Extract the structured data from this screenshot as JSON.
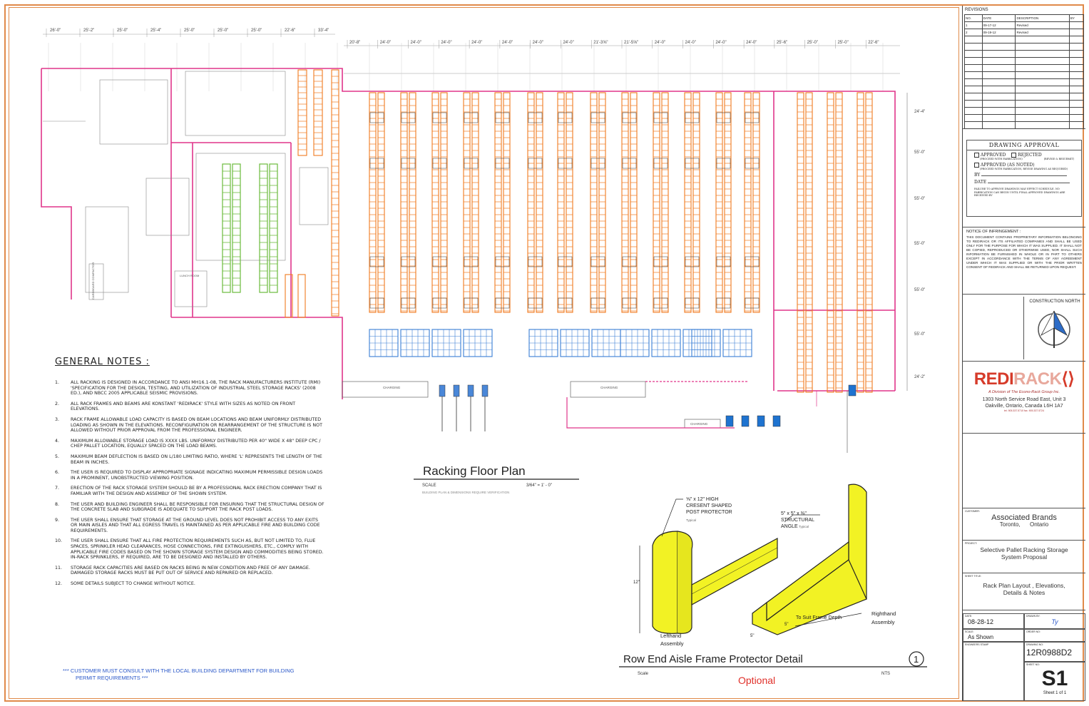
{
  "dimensions_top_left": [
    "26'-0\"",
    "25'-2\"",
    "25'-0\"",
    "25'-4\"",
    "25'-0\"",
    "25'-0\"",
    "25'-0\"",
    "22'-6\"",
    "33'-4\""
  ],
  "dimensions_top_right": [
    "20'-8\"",
    "24'-0\"",
    "24'-0\"",
    "24'-0\"",
    "24'-0\"",
    "24'-0\"",
    "24'-0\"",
    "24'-0\"",
    "21'-3⅝\"",
    "21'-5⅝\"",
    "24'-0\"",
    "24'-0\"",
    "24'-0\"",
    "24'-0\"",
    "25'-6\"",
    "25'-0\"",
    "25'-0\"",
    "22'-6\""
  ],
  "dimensions_right": [
    "24'-4\"",
    "55'-0\"",
    "55'-0\"",
    "55'-0\"",
    "55'-0\"",
    "55'-0\"",
    "24'-2\""
  ],
  "floor_labels": {
    "charging_1": "CHARGING",
    "charging_2": "CHARGING",
    "charging_3": "CHARGING",
    "lunch_room": "LUNCH ROOM",
    "cardboard_compactor": "CARDBOARD COMPACTOR"
  },
  "floor_plan": {
    "title": "Racking Floor Plan",
    "scale_label": "SCALE",
    "scale_value": "3/64\" = 1' - 0\"",
    "verify_note": "BUILDING PLAN & DIMENSIONS REQUIRE VERIFICATION"
  },
  "general_notes": {
    "title": "GENERAL NOTES :",
    "items": [
      {
        "num": "1.",
        "text": "ALL RACKING IS DESIGNED IN ACCORDANCE TO ANSI MH16.1-08, THE RACK MANUFACTURERS INSTITUTE (RMI) 'SPECIFICATION FOR THE DESIGN, TESTING, AND UTILIZATION OF INDUSTRIAL STEEL STORAGE RACKS' (2008 ED.), AND NBCC 2005 APPLICABLE SEISMIC PROVISIONS."
      },
      {
        "num": "2.",
        "text": "ALL RACK FRAMES AND BEAMS ARE KONSTANT 'REDIRACK' STYLE WITH SIZES AS NOTED ON FRONT ELEVATIONS."
      },
      {
        "num": "3.",
        "text": "RACK FRAME ALLOWABLE LOAD CAPACITY IS BASED ON BEAM LOCATIONS AND BEAM UNIFORMLY DISTRIBUTED LOADING AS SHOWN IN THE ELEVATIONS. RECONFIGURATION OR REARRANGEMENT OF THE STRUCTURE IS NOT ALLOWED WITHOUT PRIOR APPROVAL FROM THE PROFESSIONAL ENGINEER."
      },
      {
        "num": "4.",
        "text": "MAXIMUM ALLOWABLE STORAGE LOAD IS XXXX lbs. UNIFORMLY DISTRIBUTED PER 40\" WIDE x 48\" DEEP CPC / CHEP PALLET LOCATION, EQUALLY SPACED ON THE LOAD BEAMS."
      },
      {
        "num": "5.",
        "text": "MAXIMUM BEAM DEFLECTION IS BASED ON L/180 LIMITING RATIO, WHERE 'L' REPRESENTS THE LENGTH OF THE BEAM IN INCHES."
      },
      {
        "num": "6.",
        "text": "THE USER IS REQUIRED TO DISPLAY APPROPRIATE SIGNAGE INDICATING MAXIMUM PERMISSIBLE DESIGN LOADS IN A PROMINENT, UNOBSTRUCTED VIEWING POSITION."
      },
      {
        "num": "7.",
        "text": "ERECTION OF THE RACK STORAGE SYSTEM SHOULD BE BY A PROFESSIONAL RACK ERECTION COMPANY THAT IS FAMILIAR WITH THE DESIGN AND ASSEMBLY OF THE SHOWN SYSTEM."
      },
      {
        "num": "8.",
        "text": "THE USER AND BUILDING ENGINEER SHALL BE RESPONSIBLE FOR ENSURING THAT THE STRUCTURAL DESIGN OF THE CONCRETE SLAB AND SUBGRADE IS ADEQUATE TO SUPPORT THE RACK POST LOADS."
      },
      {
        "num": "9.",
        "text": "THE USER SHALL ENSURE THAT STORAGE AT THE GROUND LEVEL DOES NOT PROHIBIT ACCESS TO ANY EXITS OR MAIN AISLES AND THAT ALL EGRESS TRAVEL IS MAINTAINED AS PER APPLICABLE FIRE AND BUILDING CODE REQUIREMENTS."
      },
      {
        "num": "10.",
        "text": "THE USER SHALL ENSURE THAT ALL FIRE PROTECTION REQUIREMENTS SUCH AS, BUT NOT LIMITED TO, FLUE SPACES, SPRINKLER HEAD CLEARANCES, HOSE CONNECTIONS, FIRE EXTINGUISHERS, ETC., COMPLY WITH APPLICABLE FIRE CODES BASED ON THE SHOWN STORAGE SYSTEM DESIGN AND COMMODITIES BEING STORED. IN-RACK SPRINKLERS, IF REQUIRED, ARE TO BE DESIGNED AND INSTALLED BY OTHERS."
      },
      {
        "num": "11.",
        "text": "STORAGE RACK CAPACITIES ARE BASED ON RACKS BEING IN NEW CONDITION AND FREE OF ANY DAMAGE. DAMAGED STORAGE RACKS MUST BE PUT OUT OF SERVICE AND REPAIRED OR REPLACED."
      },
      {
        "num": "12.",
        "text": "SOME DETAILS SUBJECT TO CHANGE WITHOUT NOTICE."
      }
    ],
    "permit_line1": "*** CUSTOMER MUST CONSULT WITH THE LOCAL BUILDING DEPARTMENT FOR BUILDING",
    "permit_line2": "PERMIT REQUIREMENTS ***"
  },
  "detail": {
    "post_label_1": "⅝\" x 12\" HIGH",
    "post_label_2": "CRESENT SHAPED",
    "post_label_3": "POST PROTECTOR",
    "post_label_4": "Typical",
    "angle_label_1": "5\" x 5\" x ⅜\"",
    "angle_label_2": "STRUCTURAL",
    "angle_label_3": "ANGLE",
    "angle_label_4": "Typical",
    "dim_12": "12\"",
    "dim_5a": "5\"",
    "dim_5b": "5\"",
    "suit_frame": "To Suit Frame Depth",
    "lefthand_1": "Lefthand",
    "lefthand_2": "Assembly",
    "righthand_1": "Righthand",
    "righthand_2": "Assembly",
    "title": "Row End Aisle Frame Protector Detail",
    "number": "1",
    "scale_label": "Scale",
    "nts": "NTS",
    "optional": "Optional"
  },
  "title_block": {
    "revisions_label": "REVISIONS",
    "rev_headers": [
      "NO.",
      "DATE",
      "DESCRIPTION",
      "BY"
    ],
    "rev_rows": [
      [
        "1",
        "09-17-12",
        "Revised",
        ""
      ],
      [
        "2",
        "09-19-12",
        "Revised",
        ""
      ]
    ],
    "approval_title": "DRAWING APPROVAL",
    "approved": "APPROVED",
    "approved_fine": "(PROCEED WITH FABRICATION)",
    "rejected": "REJECTED",
    "rejected_fine": "(REVISE & RESUBMIT)",
    "approved_noted": "APPROVED (AS NOTED)",
    "approved_noted_fine": "(PROCEED WITH FABRICATION, REVISE DRAWING AS REQUIRED)",
    "by": "BY",
    "date": "DATE",
    "approval_fine": "FAILURE TO APPROVE DRAWINGS MAY EFFECT SCHEDULE. NO FABRICATION CAN BEGIN UNTIL FINAL APPROVED DRAWINGS ARE RECEIVED BY",
    "notice_title": "NOTICE OF INFRINGEMENT :",
    "notice_text": "THIS DOCUMENT CONTAINS PROPRIETARY INFORMATION BELONGING TO REDIRACK OR ITS AFFILIATED COMPANIES AND SHALL BE USED ONLY FOR THE PURPOSE FOR WHICH IT WAS SUPPLIED. IT SHALL NOT BE COPIED, REPRODUCED OR OTHERWISE USED, NOR SHALL SUCH INFORMATION BE FURNISHED IN WHOLE OR IN PART TO OTHERS EXCEPT IN ACCORDANCE WITH THE TERMS OF ANY AGREEMENT UNDER WHICH IT WAS SUPPLIED OR WITH THE PRIOR WRITTEN CONSENT OF REDIRACK AND SHALL BE RETURNED UPON REQUEST.",
    "north_label": "CONSTRUCTION NORTH",
    "brand_red": "REDI",
    "brand_pink": "RACK",
    "division": "A Division of The Econo-Rack Group Inc.",
    "address_1": "1303 North Service Road East, Unit 3",
    "address_2": "Oakville, Ontario, Canada L6H 1A7",
    "tel": "tel. 905.337.5710   fax. 905.337.5724",
    "customer_label": "CUSTOMER:",
    "customer_name": "Associated Brands",
    "customer_city": "Toronto,",
    "customer_prov": "Ontario",
    "project_label": "PROJECT:",
    "project_1": "Selective Pallet Racking Storage",
    "project_2": "System Proposal",
    "sheet_title_label": "SHEET TITLE:",
    "sheet_title_1": "Rack Plan Layout , Elevations,",
    "sheet_title_2": "Details & Notes",
    "date_label": "DATE:",
    "date_value": "08-28-12",
    "drawn_label": "DRAWN BY:",
    "drawn_value": "Ty",
    "scale_label": "SCALE:",
    "scale_value": "As Shown",
    "order_label": "ORDER NO:",
    "stamp_label": "ENGINEERS STAMP",
    "drawing_label": "DRAWING NO:",
    "drawing_value": "12R0988D2",
    "sheet_label": "SHEET NO:",
    "sheet_value": "S1",
    "sheet_of": "Sheet 1 of 1"
  },
  "colors": {
    "wall": "#e0358a",
    "rack_orange": "#f07a1e",
    "rack_green": "#6cbb3c",
    "rack_blue": "#3a7fd5",
    "protector_yellow": "#f2f224",
    "border_orange": "#e08a4a",
    "optional_red": "#e0302a",
    "permit_blue": "#2a57c8"
  }
}
